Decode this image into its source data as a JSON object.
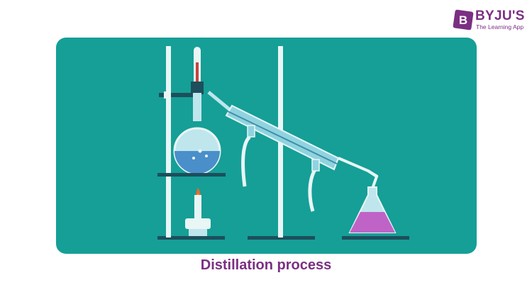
{
  "brand": {
    "name": "BYJU'S",
    "tagline": "The Learning App",
    "logo_letter": "B",
    "color": "#7b2f83"
  },
  "diagram": {
    "caption": "Distillation process",
    "background_color": "#159f97",
    "liquid_colors": {
      "flask": "#4a8fc9",
      "receiver": "#c063c7"
    },
    "icons": [
      "thermometer-icon",
      "round-bottom-flask-icon",
      "condenser-icon",
      "bunsen-burner-icon",
      "conical-flask-icon"
    ]
  }
}
